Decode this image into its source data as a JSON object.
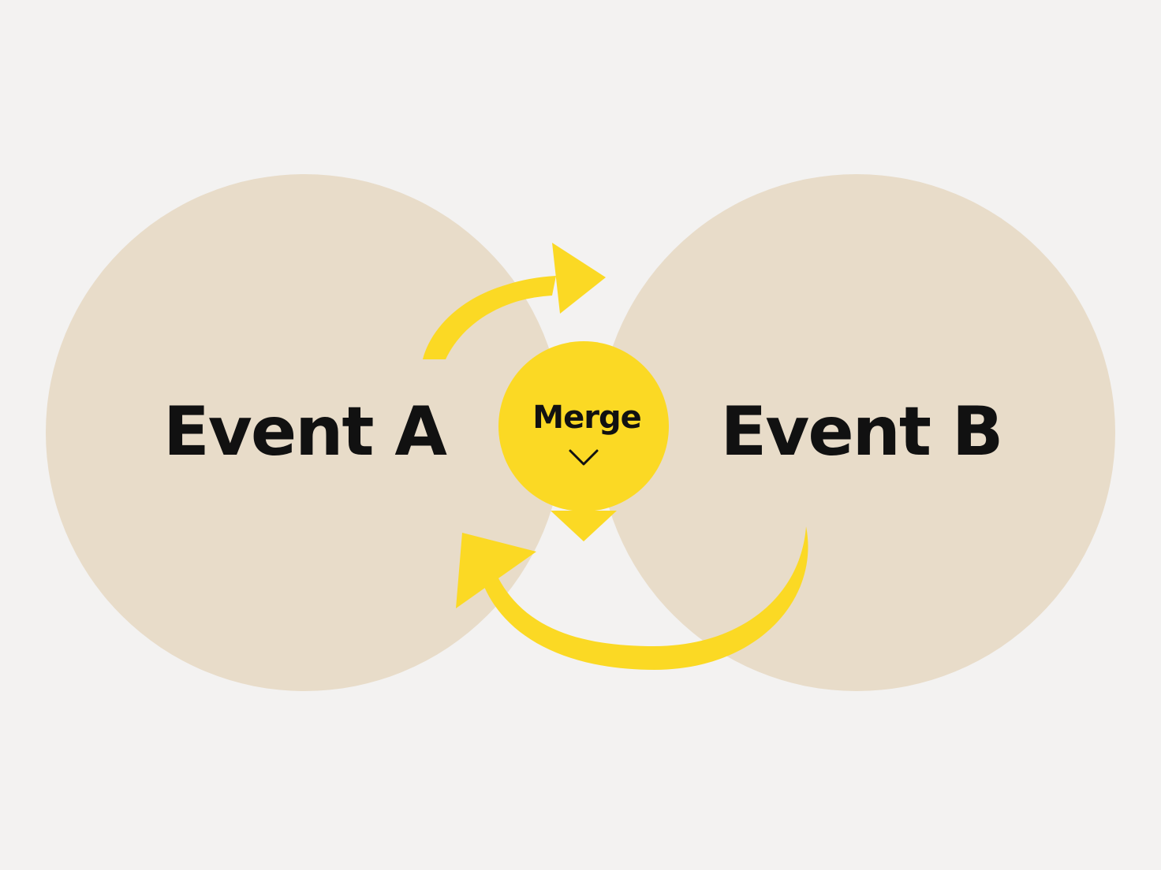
{
  "diagram": {
    "event_a": {
      "label": "Event A"
    },
    "event_b": {
      "label": "Event B"
    },
    "merge": {
      "label": "Merge",
      "icon": "chevron-down-icon"
    }
  },
  "colors": {
    "background": "#f3f2f1",
    "event_circle": "#e8dcc9",
    "accent_yellow": "#fbd924",
    "text": "#111111"
  }
}
